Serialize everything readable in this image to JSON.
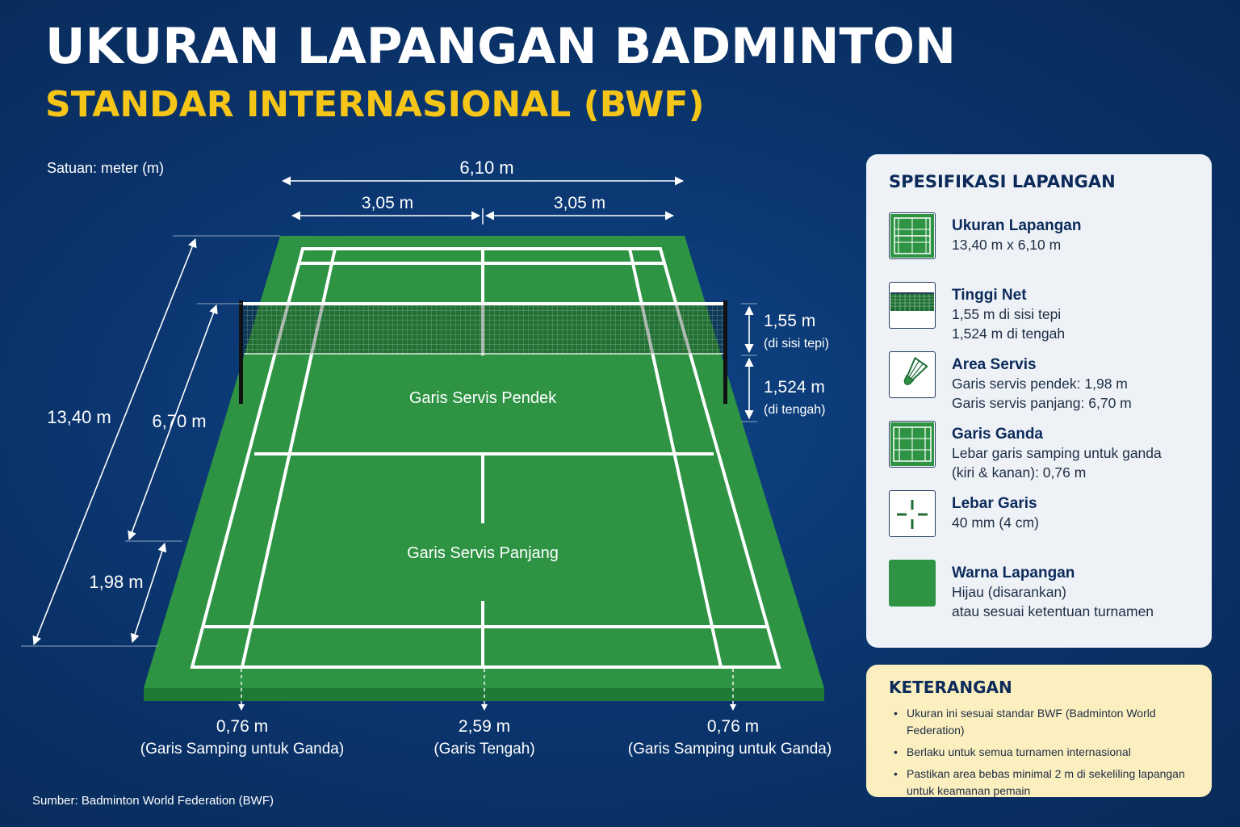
{
  "title": "UKURAN LAPANGAN BADMINTON",
  "subtitle": "STANDAR INTERNASIONAL (BWF)",
  "unit_note": "Satuan: meter (m)",
  "source": "Sumber: Badminton World Federation (BWF)",
  "court": {
    "width_total": "6,10 m",
    "half_left": "3,05 m",
    "half_right": "3,05 m",
    "length_total": "13,40 m",
    "long_service": "6,70 m",
    "short_service": "1,98 m",
    "net_post_height": "1,55 m",
    "net_post_note": "(di sisi tepi)",
    "net_center_height": "1,524 m",
    "net_center_note": "(di tengah)",
    "label_short_service": "Garis Servis Pendek",
    "label_long_service": "Garis Servis Panjang",
    "bottom_left_value": "0,76 m",
    "bottom_left_note": "(Garis Samping untuk Ganda)",
    "bottom_center_value": "2,59 m",
    "bottom_center_note": "(Garis Tengah)",
    "bottom_right_value": "0,76 m",
    "bottom_right_note": "(Garis Samping untuk Ganda)"
  },
  "specs": {
    "title": "SPESIFIKASI LAPANGAN",
    "items": [
      {
        "icon": "court-icon",
        "heading": "Ukuran Lapangan",
        "lines": [
          "13,40 m x 6,10 m"
        ]
      },
      {
        "icon": "net-icon",
        "heading": "Tinggi Net",
        "lines": [
          "1,55 m di sisi tepi",
          "1,524 m di tengah"
        ]
      },
      {
        "icon": "shuttlecock-icon",
        "heading": "Area Servis",
        "lines": [
          "Garis servis pendek: 1,98 m",
          "Garis servis panjang: 6,70 m"
        ]
      },
      {
        "icon": "doubles-court-icon",
        "heading": "Garis Ganda",
        "lines": [
          "Lebar garis samping untuk ganda",
          "(kiri & kanan): 0,76 m"
        ]
      },
      {
        "icon": "line-width-icon",
        "heading": "Lebar Garis",
        "lines": [
          "40 mm (4 cm)"
        ]
      },
      {
        "icon": "color-swatch-icon",
        "heading": "Warna Lapangan",
        "lines": [
          "Hijau (disarankan)",
          "atau sesuai ketentuan turnamen"
        ]
      }
    ]
  },
  "notes": {
    "title": "KETERANGAN",
    "items": [
      "Ukuran ini sesuai standar BWF (Badminton World Federation)",
      "Berlaku untuk semua turnamen internasional",
      "Pastikan area bebas minimal 2 m di sekeliling lapangan untuk keamanan pemain"
    ]
  },
  "colors": {
    "background": "#0b3670",
    "court_green": "#2e9444",
    "court_edge": "#1f7a35",
    "title_yellow": "#f5c518",
    "panel": "#eef2f7",
    "note_panel": "#fbefbf",
    "navy_text": "#0b2a5a"
  }
}
